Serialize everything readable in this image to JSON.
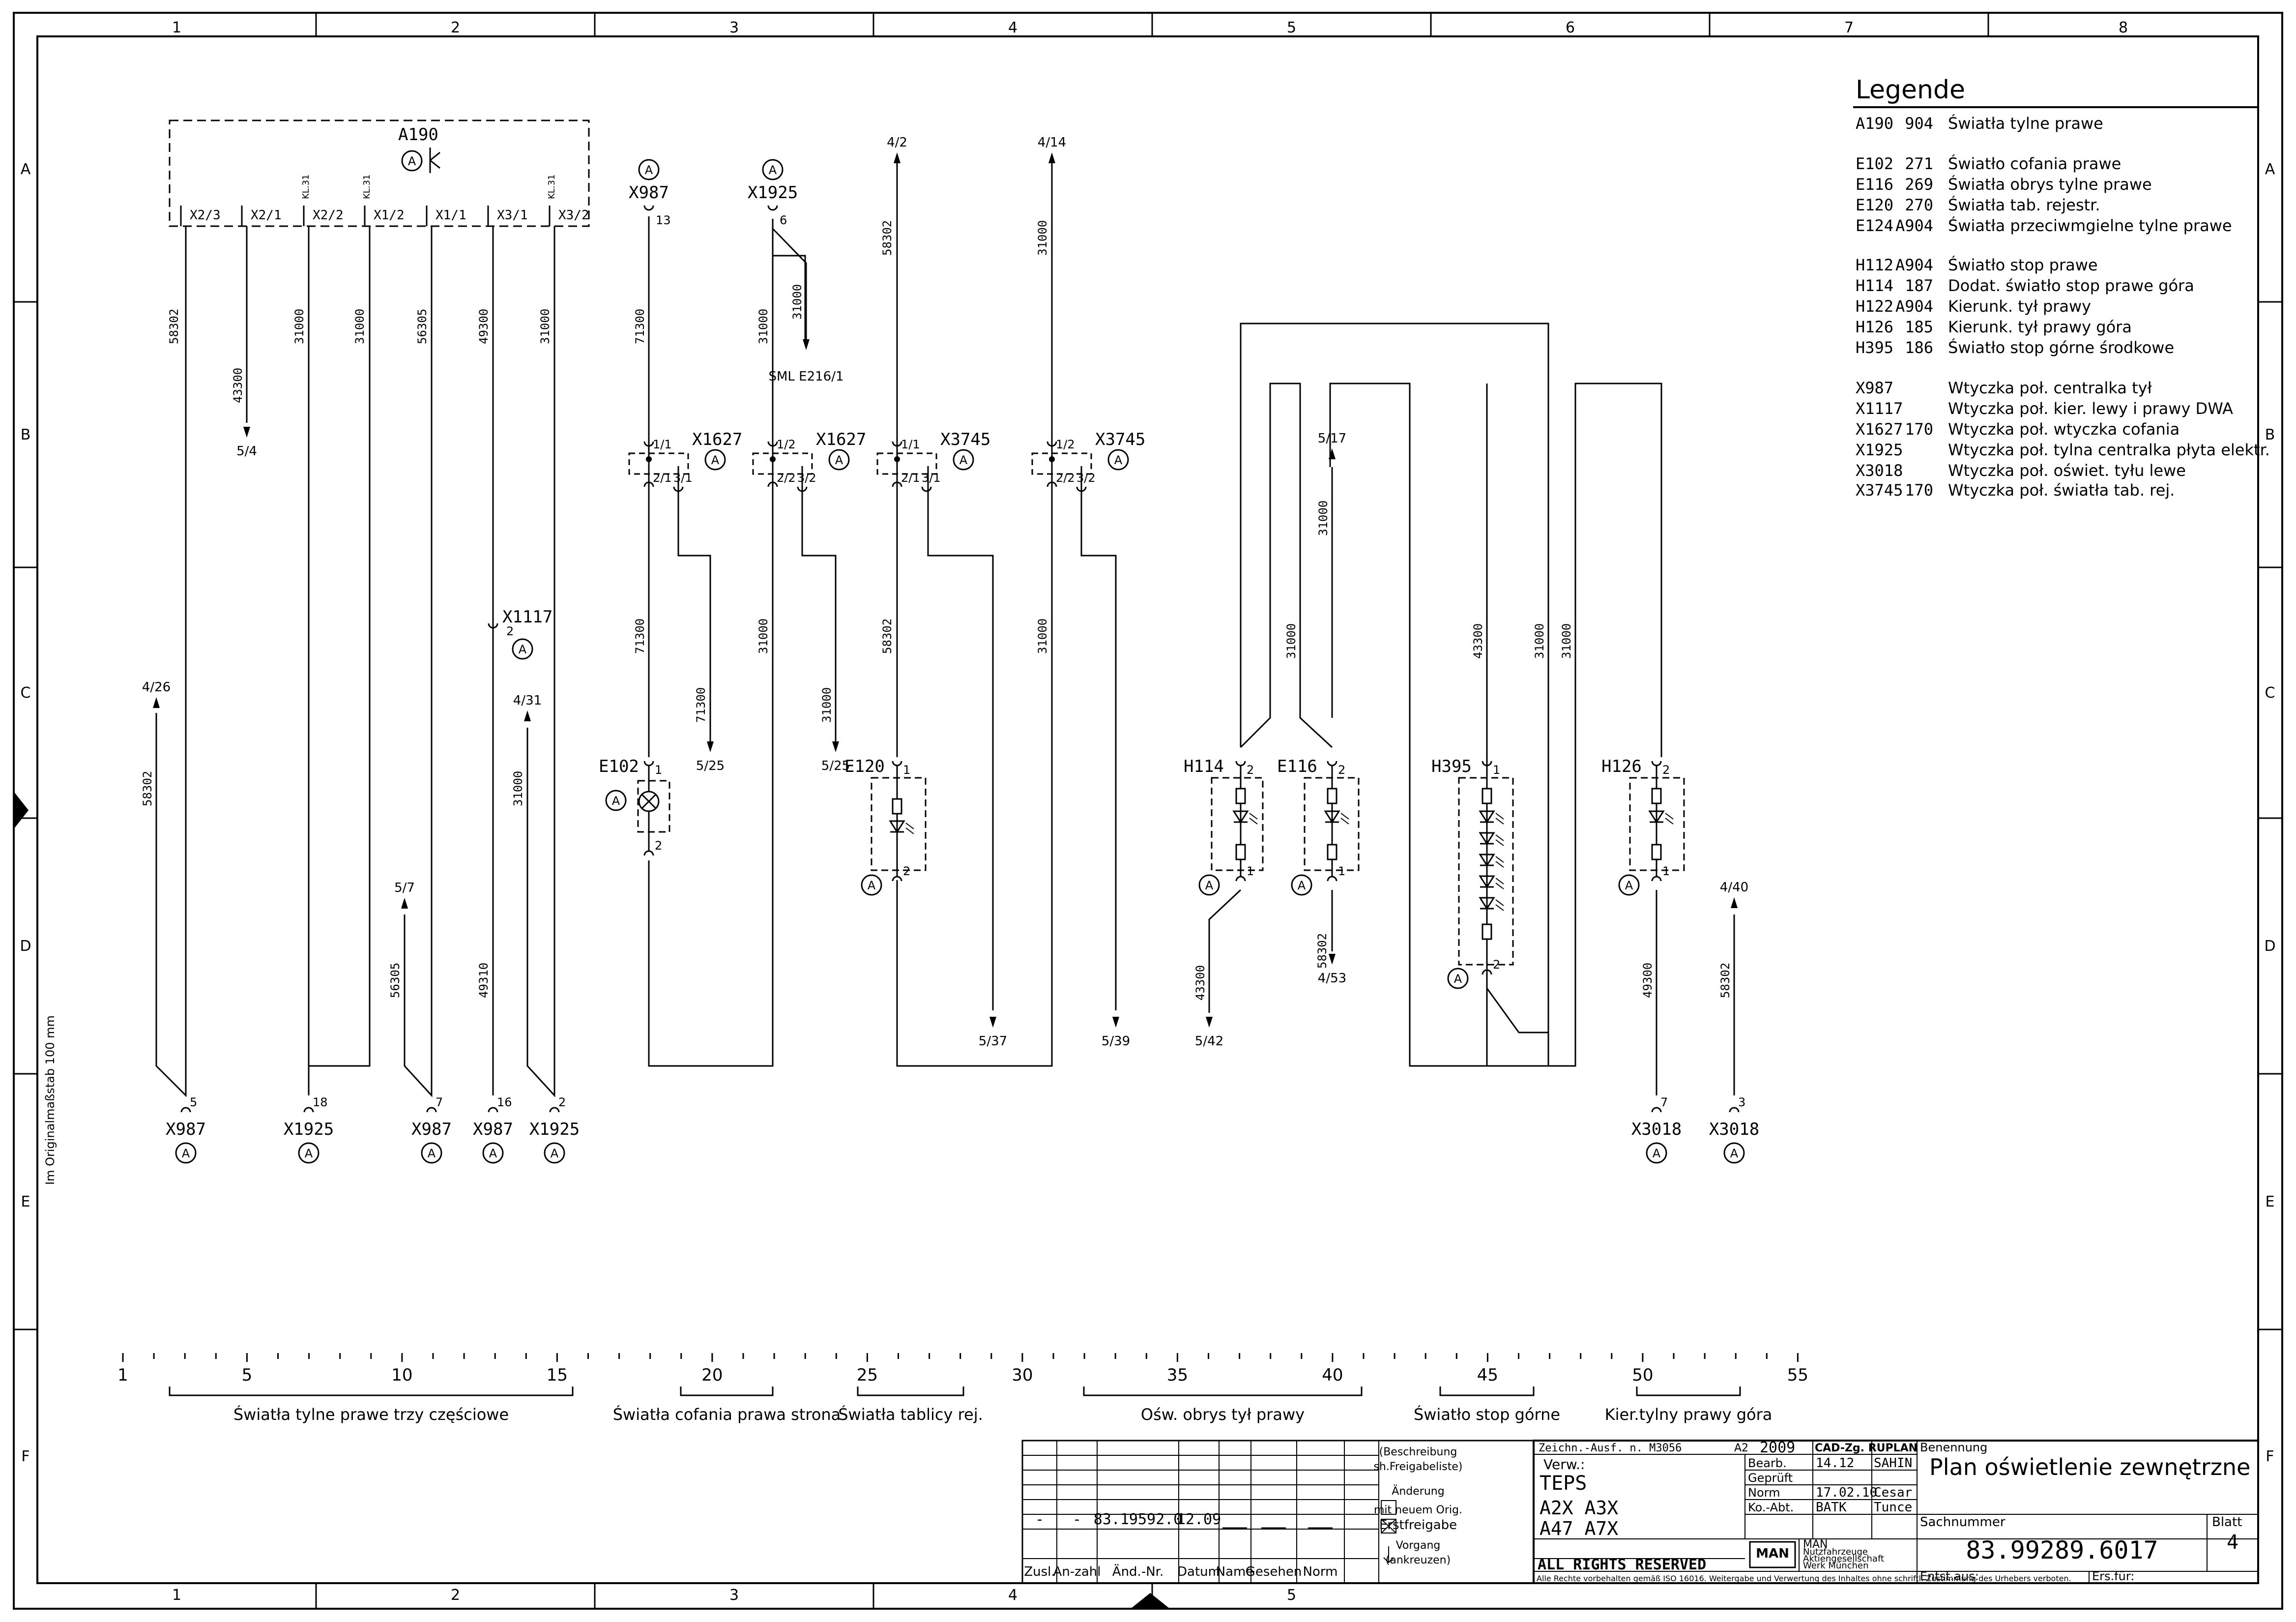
{
  "grid": {
    "columns": [
      "1",
      "2",
      "3",
      "4",
      "5",
      "6",
      "7",
      "8"
    ],
    "columns_bottom": [
      "1",
      "2",
      "3",
      "4",
      "5"
    ],
    "rows": [
      "A",
      "B",
      "C",
      "D",
      "E",
      "F"
    ]
  },
  "side_note": "Im Originalmaßstab 100 mm",
  "legend": {
    "title": "Legende",
    "items": [
      {
        "code": "A190",
        "num": "904",
        "text": "Światła tylne prawe"
      },
      {
        "code": "E102",
        "num": "271",
        "text": "Światło cofania prawe"
      },
      {
        "code": "E116",
        "num": "269",
        "text": "Światła obrys tylne prawe"
      },
      {
        "code": "E120",
        "num": "270",
        "text": "Światła tab. rejestr."
      },
      {
        "code": "E124",
        "num": "A904",
        "text": "Światła przeciwmgielne tylne prawe"
      },
      {
        "code": "H112",
        "num": "A904",
        "text": "Światło stop prawe"
      },
      {
        "code": "H114",
        "num": "187",
        "text": "Dodat. światło stop prawe góra"
      },
      {
        "code": "H122",
        "num": "A904",
        "text": "Kierunk. tył prawy"
      },
      {
        "code": "H126",
        "num": "185",
        "text": "Kierunk. tył prawy góra"
      },
      {
        "code": "H395",
        "num": "186",
        "text": "Światło stop górne środkowe"
      },
      {
        "code": "X987",
        "num": "",
        "text": "Wtyczka poł. centralka tył"
      },
      {
        "code": "X1117",
        "num": "",
        "text": "Wtyczka poł. kier. lewy i prawy DWA"
      },
      {
        "code": "X1627",
        "num": "170",
        "text": "Wtyczka poł. wtyczka cofania"
      },
      {
        "code": "X1925",
        "num": "",
        "text": "Wtyczka poł. tylna centralka płyta elektr."
      },
      {
        "code": "X3018",
        "num": "",
        "text": "Wtyczka poł. oświet. tyłu lewe"
      },
      {
        "code": "X3745",
        "num": "170",
        "text": "Wtyczka poł. światła tab. rej."
      }
    ]
  },
  "module": {
    "name": "A190",
    "pins": [
      "X2/3",
      "X2/1",
      "X2/2",
      "X1/2",
      "X1/1",
      "X3/1",
      "X3/2"
    ],
    "kl_label": "KL.31"
  },
  "symbol_a": "A",
  "wire_labels": [
    "58302",
    "43300",
    "31000",
    "31000",
    "56305",
    "49300",
    "31000",
    "71300",
    "31000",
    "58302",
    "31000",
    "58302",
    "56305",
    "49310",
    "31000",
    "31000",
    "43300",
    "58302",
    "49300",
    "58302",
    "71300",
    "31000",
    "71300",
    "31000",
    "58302",
    "31000",
    "31000",
    "31000",
    "43300",
    "31000",
    "31000",
    "31000"
  ],
  "refs": [
    "5/4",
    "4/26",
    "4/31",
    "5/7",
    "4/2",
    "4/14",
    "5/25",
    "5/25",
    "5/37",
    "5/39",
    "5/17",
    "5/42",
    "4/53",
    "4/40",
    "SML E216/1"
  ],
  "connectors": {
    "top": [
      {
        "name": "X987",
        "pin": "13"
      },
      {
        "name": "X1925",
        "pin": "6"
      }
    ],
    "mid": [
      {
        "name": "X1627",
        "p1": "1/1",
        "p2": "2/1",
        "p3": "3/1"
      },
      {
        "name": "X1627",
        "p1": "1/2",
        "p2": "2/2",
        "p3": "3/2"
      },
      {
        "name": "X3745",
        "p1": "1/1",
        "p2": "2/1",
        "p3": "3/1"
      },
      {
        "name": "X3745",
        "p1": "1/2",
        "p2": "2/2",
        "p3": "3/2"
      }
    ],
    "x1117": {
      "name": "X1117",
      "pin": "2"
    },
    "bottom": [
      {
        "name": "X987",
        "pin": "5"
      },
      {
        "name": "X1925",
        "pin": "18"
      },
      {
        "name": "X987",
        "pin": "7"
      },
      {
        "name": "X987",
        "pin": "16"
      },
      {
        "name": "X1925",
        "pin": "2"
      },
      {
        "name": "X3018",
        "pin": "7"
      },
      {
        "name": "X3018",
        "pin": "3"
      }
    ]
  },
  "components": [
    {
      "name": "E102",
      "pin_top": "1",
      "pin_bottom": "2"
    },
    {
      "name": "E120",
      "pin_top": "1",
      "pin_bottom": "2"
    },
    {
      "name": "H114",
      "pin_top": "2",
      "pin_bottom": "1"
    },
    {
      "name": "E116",
      "pin_top": "2",
      "pin_bottom": "1"
    },
    {
      "name": "H395",
      "pin_top": "1",
      "pin_bottom": "2"
    },
    {
      "name": "H126",
      "pin_top": "2",
      "pin_bottom": "1"
    }
  ],
  "scale": {
    "numbers": [
      "1",
      "5",
      "10",
      "15",
      "20",
      "25",
      "30",
      "35",
      "40",
      "45",
      "50",
      "55"
    ],
    "groups": [
      "Światła tylne prawe trzy częściowe",
      "Światła cofania prawa strona",
      "Światła tablicy rej.",
      "Ośw. obrys tył prawy",
      "Światło stop górne",
      "Kier.tylny prawy góra"
    ]
  },
  "revision": {
    "row": [
      "-",
      "-",
      "83.19592.0",
      "12.09"
    ],
    "headers": [
      "Zusl.",
      "An-zahl",
      "Änd.-Nr.",
      "Datum",
      "Name",
      "Gesehen",
      "Norm"
    ],
    "notes": [
      "(Beschreibung",
      "sh.Freigabeliste)",
      "Änderung",
      "mit neuem Orig.",
      "Erstfreigabe",
      "Vorgang",
      "(ankreuzen)"
    ]
  },
  "title_block": {
    "zeichn": "Zeichn.-Ausf. n. M3056",
    "format": "A2",
    "year": "2009",
    "cad": "CAD-Zg. RUPLAN",
    "verw": "Verw.:",
    "teps": "TEPS",
    "models1": "A2X  A3X",
    "models2": "A47  A7X",
    "rows": [
      {
        "label": "Bearb.",
        "date": "14.12",
        "name": "SAHIN"
      },
      {
        "label": "Geprüft",
        "date": "",
        "name": ""
      },
      {
        "label": "Norm",
        "date": "17.02.10",
        "name": "Cesar"
      },
      {
        "label": "Ko.-Abt.",
        "date": "BATK",
        "name": "Tunce"
      }
    ],
    "benennung_label": "Benennung",
    "title": "Plan oświetlenie zewnętrzne",
    "sachnummer_label": "Sachnummer",
    "sachnummer": "83.99289.6017",
    "blatt_label": "Blatt",
    "blatt": "4",
    "company": [
      "MAN",
      "Nutzfahrzeuge",
      "Aktiengesellschaft",
      "Werk München"
    ],
    "logo": "MAN",
    "entst": "Entst.aus:",
    "ers": "Ers.für:",
    "rights": "ALL RIGHTS RESERVED",
    "copyright": "Alle Rechte vorbehalten gemäß ISO 16016. Weitergabe und Verwertung des Inhaltes ohne schriftl. Zustimmung des Urhebers verboten."
  }
}
